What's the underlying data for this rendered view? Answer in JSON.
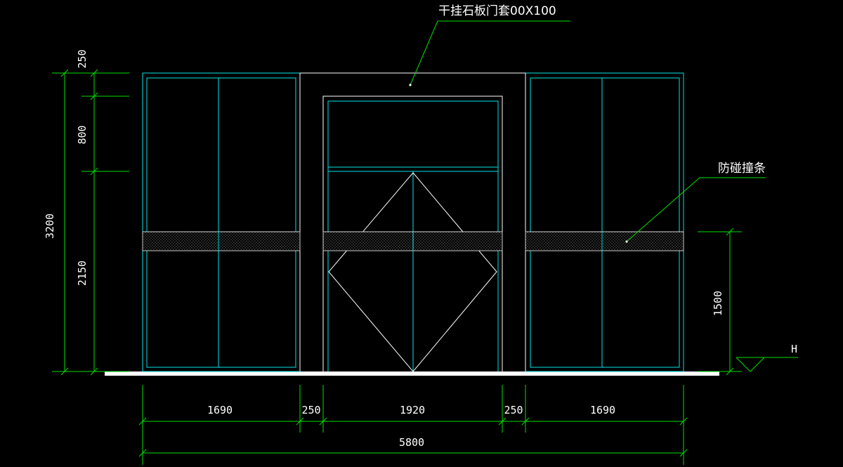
{
  "annotations": {
    "door_frame": "干挂石板门套00X100",
    "bump_strip": "防碰撞条",
    "level_mark": "H"
  },
  "dimensions": {
    "bottom": [
      "1690",
      "250",
      "1920",
      "250",
      "1690"
    ],
    "overall": "5800",
    "left_total": "3200",
    "left_parts": [
      "250",
      "800",
      "2150"
    ],
    "right_height": "1500"
  },
  "colors": {
    "background": "#000000",
    "geometry": "#00e5e5",
    "outline": "#ffffff",
    "dimension": "#00e000"
  }
}
